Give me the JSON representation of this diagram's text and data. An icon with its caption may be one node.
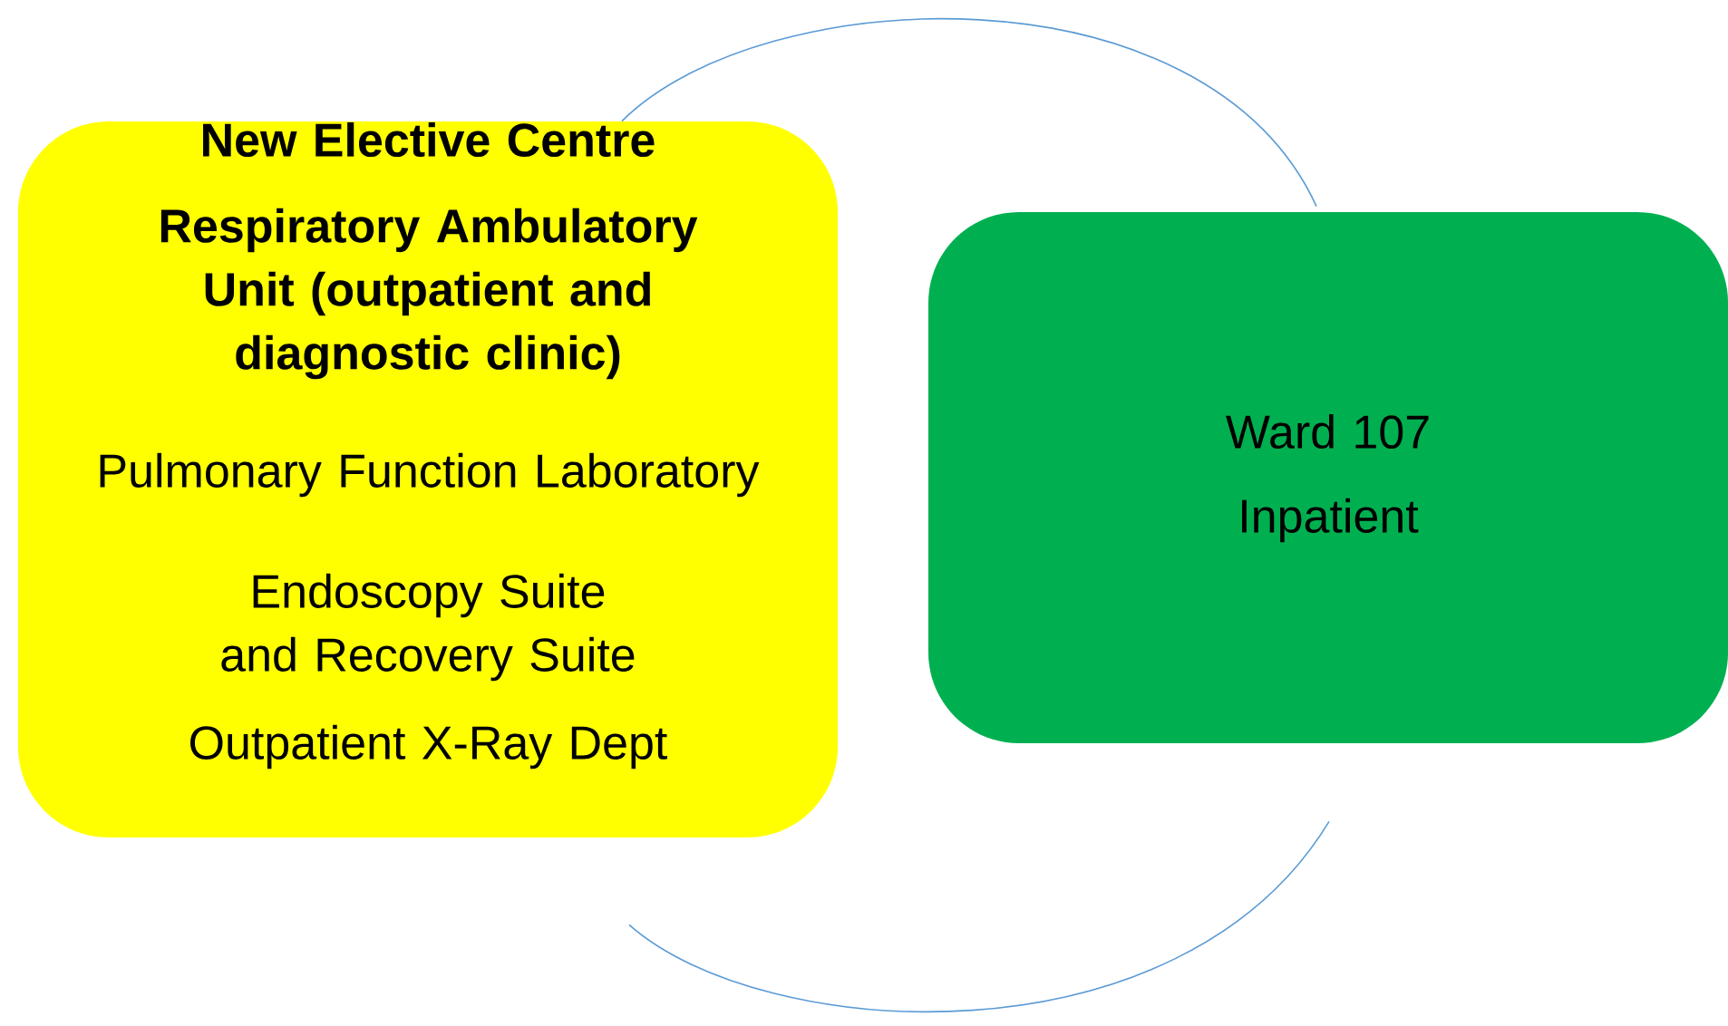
{
  "diagram": {
    "nodes": [
      {
        "text": [
          "New Elective Centre",
          "Respiratory Ambulatory Unit (outpatient and diagnostic clinic)",
          "Pulmonary Function Laboratory",
          "Endoscopy Suite and Recovery Suite",
          "Outpatient X-Ray Dept"
        ]
      },
      {
        "text": [
          "Ward 107",
          "Inpatient"
        ]
      }
    ],
    "edges": [
      {
        "from": 0,
        "to": 1,
        "arrow": "none"
      },
      {
        "from": 1,
        "to": 0,
        "arrow": "none"
      }
    ]
  }
}
